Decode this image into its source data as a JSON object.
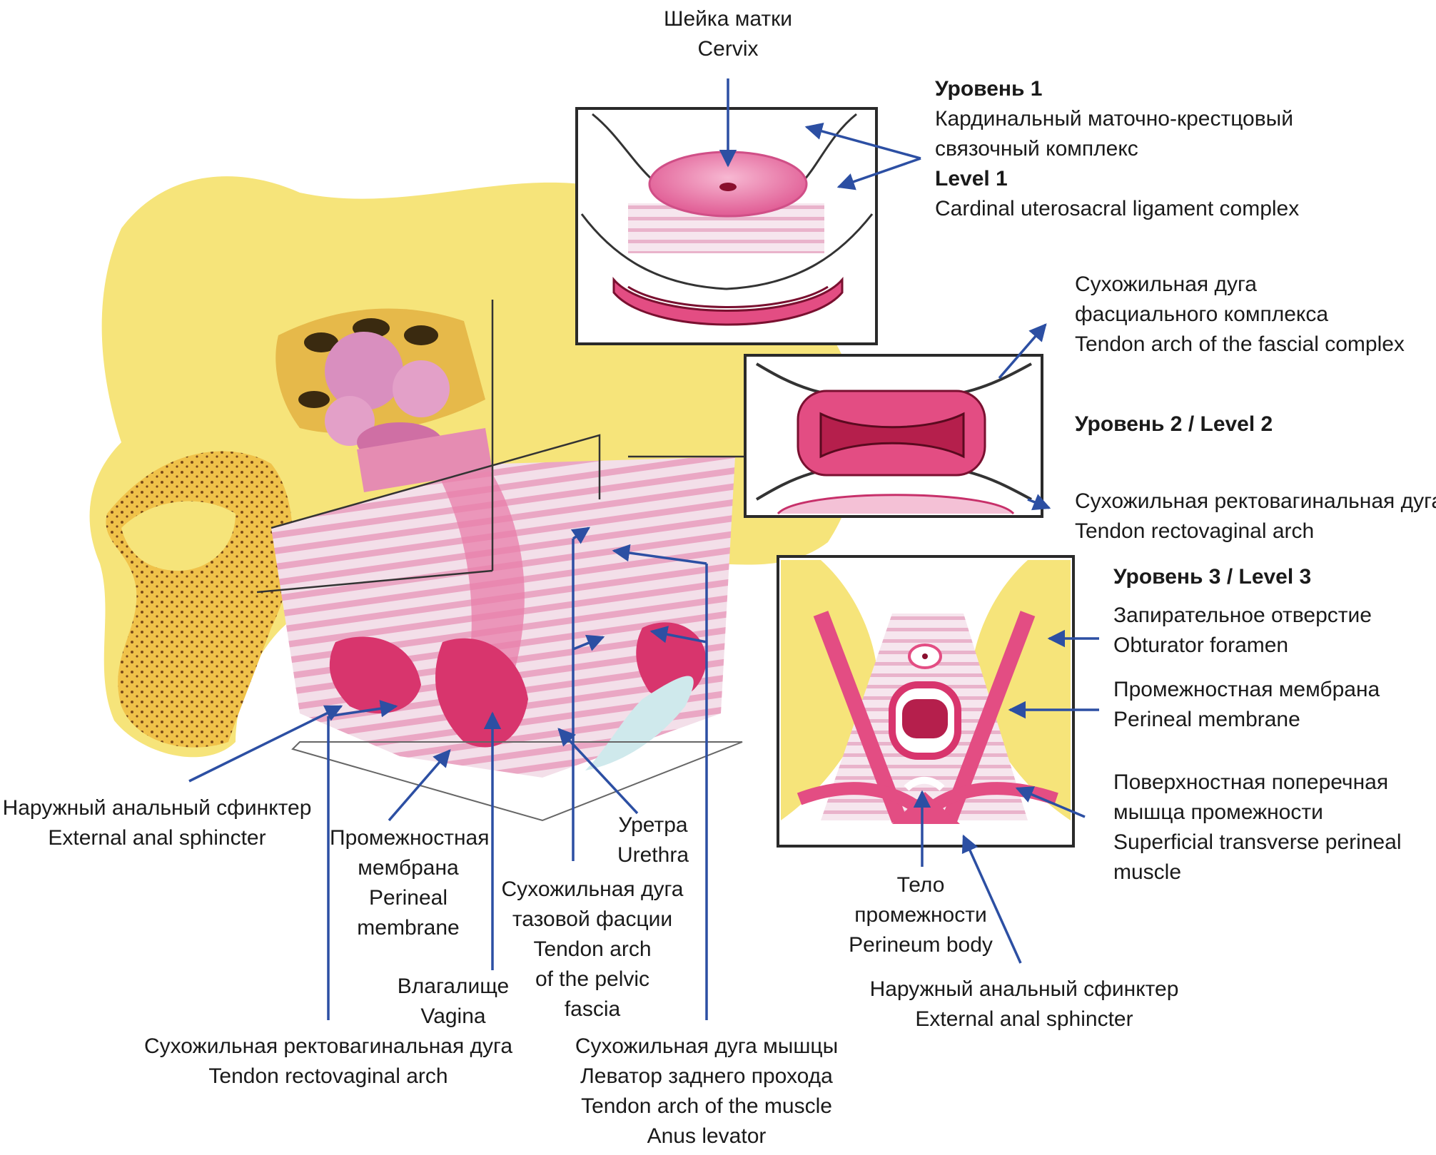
{
  "colors": {
    "arrow": "#2c4fa3",
    "bone": "#f6e47a",
    "tissue": "#e34d83",
    "frame": "#2a2a2a"
  },
  "labels": {
    "cervix": [
      "Шейка матки",
      "Cervix"
    ],
    "level1_ru_title": "Уровень 1",
    "level1_ru": [
      "Кардинальный маточно-крестцовый",
      "связочный комплекс"
    ],
    "level1_en_title": "Level 1",
    "level1_en": "Cardinal uterosacral ligament complex",
    "tendon_fascial": [
      "Сухожильная дуга",
      "фасциального комплекса",
      "Tendon arch of the fascial complex"
    ],
    "level2": "Уровень 2 / Level 2",
    "tendon_rv_right": [
      "Сухожильная ректовагинальная дуга",
      "Tendon rectovaginal arch"
    ],
    "level3": "Уровень 3 / Level 3",
    "obturator": [
      "Запирательное отверстие",
      "Obturator foramen"
    ],
    "perineal_membrane_right": [
      "Промежностная мембрана",
      "Perineal membrane"
    ],
    "superficial_transverse": [
      "Поверхностная поперечная",
      "мышца промежности",
      "Superficial transverse perineal",
      "muscle"
    ],
    "perineum_body": [
      "Тело",
      "промежности",
      "Perineum body"
    ],
    "ext_anal_right": [
      "Наружный анальный сфинктер",
      "External anal sphincter"
    ],
    "ext_anal_left": [
      "Наружный анальный сфинктер",
      "External anal sphincter"
    ],
    "perineal_membrane_left": [
      "Промежностная",
      "мембрана",
      "Perineal",
      "membrane"
    ],
    "urethra": [
      "Уретра",
      "Urethra"
    ],
    "tendon_pelvic": [
      "Сухожильная дуга",
      "тазовой фасции",
      "Tendon arch",
      "of the pelvic",
      "fascia"
    ],
    "vagina": [
      "Влагалище",
      "Vagina"
    ],
    "tendon_rv_left": [
      "Сухожильная ректовагинальная дуга",
      "Tendon rectovaginal arch"
    ],
    "tendon_levator": [
      "Сухожильная дуга мышцы",
      "Леватор заднего прохода",
      "Tendon arch of the muscle",
      "Anus levator"
    ]
  }
}
